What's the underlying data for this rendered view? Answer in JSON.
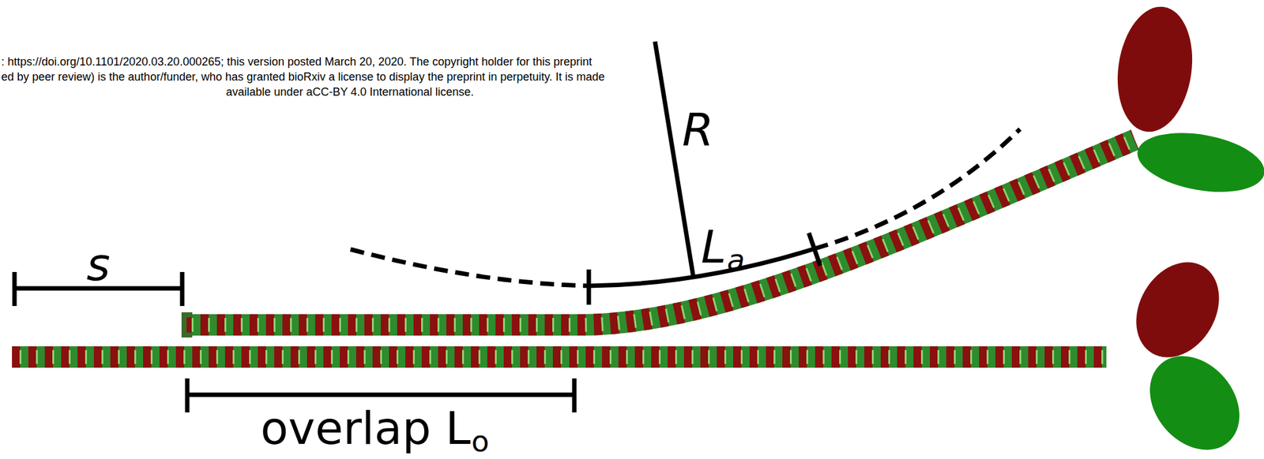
{
  "diagram": {
    "labels": [
      ": https://doi.org/10.1101/2020.03.20.000265; this version posted March 20, 2020. The copyright holder for this preprint",
      "ed by peer review) is the author/funder, who has granted bioRxiv a license to display the preprint in perpetuity. It is made",
      "available under aCC-BY 4.0 International license.",
      "s",
      "R",
      "L",
      "a",
      "overlap L",
      "o"
    ]
  }
}
